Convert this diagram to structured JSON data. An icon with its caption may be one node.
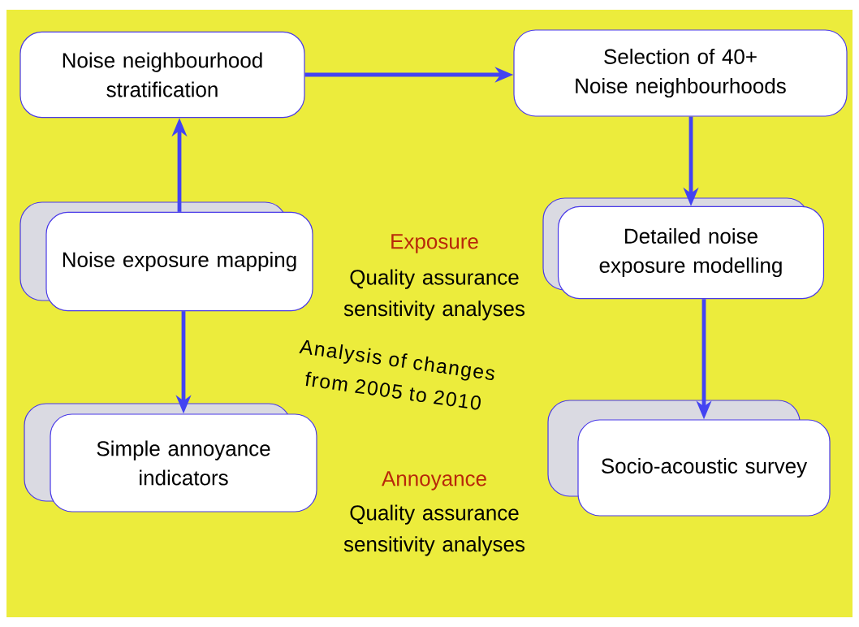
{
  "diagram": {
    "nodes": [
      {
        "text": [
          "Noise neighbourhood stratification"
        ]
      },
      {
        "text": [
          "Selection of 40+ Noise neighbourhoods"
        ]
      },
      {
        "text": [
          "Noise exposure mapping"
        ]
      },
      {
        "text": [
          "Detailed noise exposure modelling"
        ]
      },
      {
        "text": [
          "Simple annoyance indicators"
        ]
      },
      {
        "text": [
          "Socio-acoustic survey"
        ]
      }
    ],
    "edges": [
      {
        "from": 2,
        "to": 0,
        "arrow": "to"
      },
      {
        "from": 0,
        "to": 1,
        "arrow": "to"
      },
      {
        "from": 1,
        "to": 3,
        "arrow": "to"
      },
      {
        "from": 2,
        "to": 4,
        "arrow": "to"
      },
      {
        "from": 3,
        "to": 5,
        "arrow": "to"
      }
    ],
    "labels": [
      "Exposure",
      "Quality assurance sensitivity analyses",
      "Analysis of changes from 2005 to 2010",
      "Annoyance",
      "Quality assurance sensitivity analyses"
    ]
  }
}
